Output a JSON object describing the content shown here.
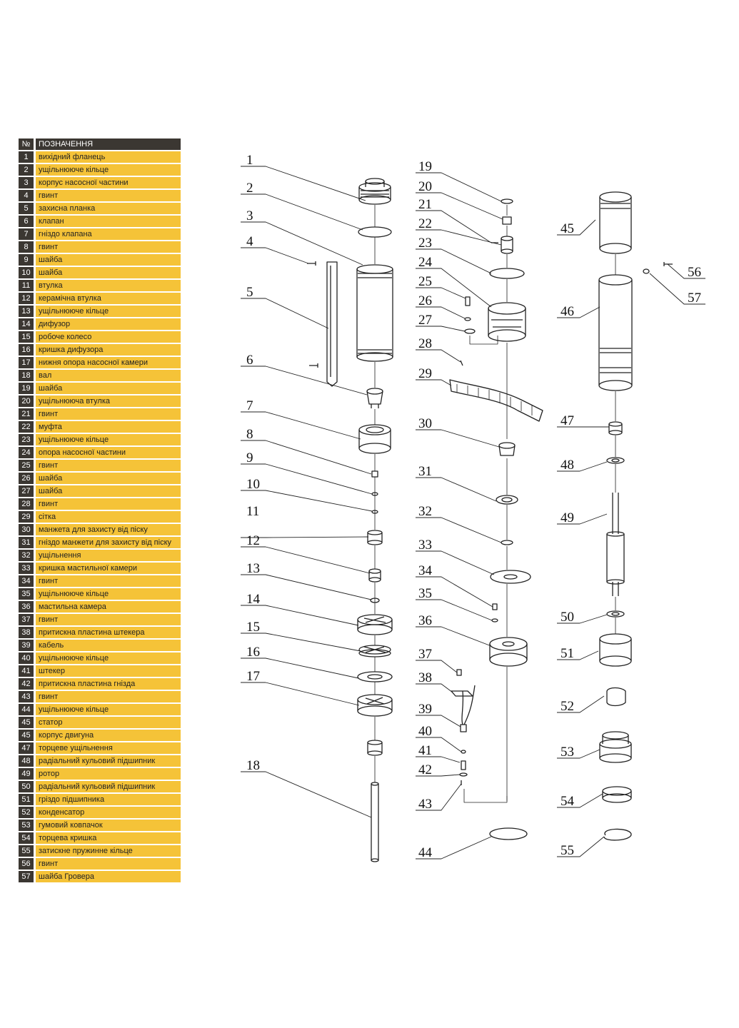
{
  "table": {
    "header": {
      "no": "№",
      "name": "ПОЗНАЧЕННЯ"
    },
    "rows": [
      {
        "no": "1",
        "name": "вихідний фланець"
      },
      {
        "no": "2",
        "name": "ущільнююче кільце"
      },
      {
        "no": "3",
        "name": "корпус насосної частини"
      },
      {
        "no": "4",
        "name": "гвинт"
      },
      {
        "no": "5",
        "name": "захисна планка"
      },
      {
        "no": "6",
        "name": "клапан"
      },
      {
        "no": "7",
        "name": "гніздо клапана"
      },
      {
        "no": "8",
        "name": "гвинт"
      },
      {
        "no": "9",
        "name": "шайба"
      },
      {
        "no": "10",
        "name": "шайба"
      },
      {
        "no": "11",
        "name": "втулка"
      },
      {
        "no": "12",
        "name": "керамічна втулка"
      },
      {
        "no": "13",
        "name": "ущільнююче кільце"
      },
      {
        "no": "14",
        "name": "дифузор"
      },
      {
        "no": "15",
        "name": "робоче колесо"
      },
      {
        "no": "16",
        "name": "кришка дифузора"
      },
      {
        "no": "17",
        "name": "нижня опора насосної камери"
      },
      {
        "no": "18",
        "name": "вал"
      },
      {
        "no": "19",
        "name": "шайба"
      },
      {
        "no": "20",
        "name": "ущільнююча втулка"
      },
      {
        "no": "21",
        "name": "гвинт"
      },
      {
        "no": "22",
        "name": "муфта"
      },
      {
        "no": "23",
        "name": "ущільнююче кільце"
      },
      {
        "no": "24",
        "name": "опора насосної частини"
      },
      {
        "no": "25",
        "name": "гвинт"
      },
      {
        "no": "26",
        "name": "шайба"
      },
      {
        "no": "27",
        "name": "шайба"
      },
      {
        "no": "28",
        "name": "гвинт"
      },
      {
        "no": "29",
        "name": "сітка"
      },
      {
        "no": "30",
        "name": "манжета для захисту від піску"
      },
      {
        "no": "31",
        "name": "гніздо манжети для захисту від піску"
      },
      {
        "no": "32",
        "name": "ущільнення"
      },
      {
        "no": "33",
        "name": "кришка мастильної камери"
      },
      {
        "no": "34",
        "name": "гвинт"
      },
      {
        "no": "35",
        "name": "ущільнююче кільце"
      },
      {
        "no": "36",
        "name": "мастильна камера"
      },
      {
        "no": "37",
        "name": "гвинт"
      },
      {
        "no": "38",
        "name": "притискна пластина штекера"
      },
      {
        "no": "39",
        "name": "кабель"
      },
      {
        "no": "40",
        "name": "ущільнююче кільце"
      },
      {
        "no": "41",
        "name": "штекер"
      },
      {
        "no": "42",
        "name": "притискна пластина гнізда"
      },
      {
        "no": "43",
        "name": "гвинт"
      },
      {
        "no": "44",
        "name": "ущільнююче кільце"
      },
      {
        "no": "45",
        "name": "статор"
      },
      {
        "no": "45",
        "name": "корпус двигуна"
      },
      {
        "no": "47",
        "name": "торцеве ущільнення"
      },
      {
        "no": "48",
        "name": "радіальний кульовий підшипник"
      },
      {
        "no": "49",
        "name": "ротор"
      },
      {
        "no": "50",
        "name": "радіальний кульовий підшипник"
      },
      {
        "no": "51",
        "name": "гріздо підшипника"
      },
      {
        "no": "52",
        "name": "конденсатор"
      },
      {
        "no": "53",
        "name": "гумовий ковпачок"
      },
      {
        "no": "54",
        "name": "торцева кришка"
      },
      {
        "no": "55",
        "name": "затискне пружинне кільце"
      },
      {
        "no": "56",
        "name": "гвинт"
      },
      {
        "no": "57",
        "name": "шайба Гровера"
      }
    ]
  },
  "callouts": [
    "1",
    "2",
    "3",
    "4",
    "5",
    "6",
    "7",
    "8",
    "9",
    "10",
    "11",
    "12",
    "13",
    "14",
    "15",
    "16",
    "17",
    "18",
    "19",
    "20",
    "21",
    "22",
    "23",
    "24",
    "25",
    "26",
    "27",
    "28",
    "29",
    "30",
    "31",
    "32",
    "33",
    "34",
    "35",
    "36",
    "37",
    "38",
    "39",
    "40",
    "41",
    "42",
    "43",
    "44",
    "45",
    "46",
    "47",
    "48",
    "49",
    "50",
    "51",
    "52",
    "53",
    "54",
    "55",
    "56",
    "57"
  ],
  "colors": {
    "header_bg": "#3b3732",
    "row_bg": "#f5c338",
    "line": "#222222"
  }
}
